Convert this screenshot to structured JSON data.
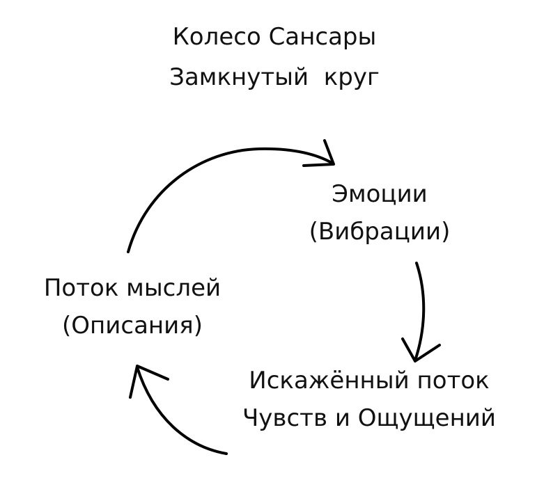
{
  "title": {
    "line1": "Колесо Сансары",
    "line2": "Замкнутый  круг"
  },
  "nodes": {
    "emotions": {
      "line1": "Эмоции",
      "line2": "(Вибрации)"
    },
    "thoughts": {
      "line1": "Поток мыслей",
      "line2": "(Описания)"
    },
    "feelings": {
      "line1": "Искажённый поток",
      "line2": "Чувств и Ощущений"
    }
  },
  "edges": [
    {
      "from": "thoughts",
      "to": "emotions"
    },
    {
      "from": "emotions",
      "to": "feelings"
    },
    {
      "from": "feelings",
      "to": "thoughts"
    }
  ],
  "colors": {
    "background": "#ffffff",
    "stroke": "#000000",
    "text": "#111111"
  }
}
